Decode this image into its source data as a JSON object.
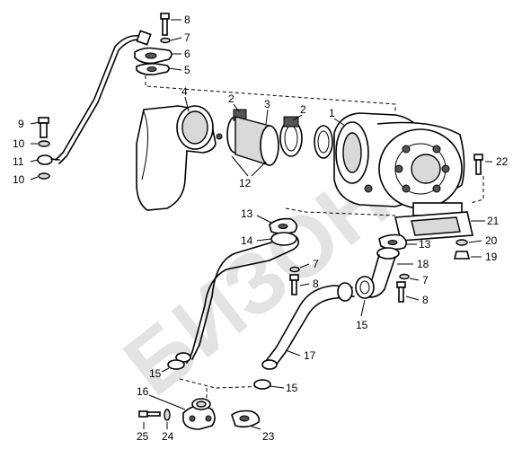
{
  "watermark": "БИЗОН",
  "callouts": [
    {
      "id": "c8a",
      "text": "8"
    },
    {
      "id": "c7a",
      "text": "7"
    },
    {
      "id": "c6",
      "text": "6"
    },
    {
      "id": "c5",
      "text": "5"
    },
    {
      "id": "c4",
      "text": "4"
    },
    {
      "id": "c2a",
      "text": "2"
    },
    {
      "id": "c3",
      "text": "3"
    },
    {
      "id": "c2b",
      "text": "2"
    },
    {
      "id": "c1",
      "text": "1"
    },
    {
      "id": "c9",
      "text": "9"
    },
    {
      "id": "c10a",
      "text": "10"
    },
    {
      "id": "c11",
      "text": "11"
    },
    {
      "id": "c10b",
      "text": "10"
    },
    {
      "id": "c12",
      "text": "12"
    },
    {
      "id": "c22",
      "text": "22"
    },
    {
      "id": "c13a",
      "text": "13"
    },
    {
      "id": "c14",
      "text": "14"
    },
    {
      "id": "c21",
      "text": "21"
    },
    {
      "id": "c13b",
      "text": "13"
    },
    {
      "id": "c20",
      "text": "20"
    },
    {
      "id": "c19",
      "text": "19"
    },
    {
      "id": "c7b",
      "text": "7"
    },
    {
      "id": "c8b",
      "text": "8"
    },
    {
      "id": "c18",
      "text": "18"
    },
    {
      "id": "c7c",
      "text": "7"
    },
    {
      "id": "c8c",
      "text": "8"
    },
    {
      "id": "c15a",
      "text": "15"
    },
    {
      "id": "c17",
      "text": "17"
    },
    {
      "id": "c15b",
      "text": "15"
    },
    {
      "id": "c15c",
      "text": "15"
    },
    {
      "id": "c16",
      "text": "16"
    },
    {
      "id": "c25",
      "text": "25"
    },
    {
      "id": "c24",
      "text": "24"
    },
    {
      "id": "c23",
      "text": "23"
    }
  ]
}
